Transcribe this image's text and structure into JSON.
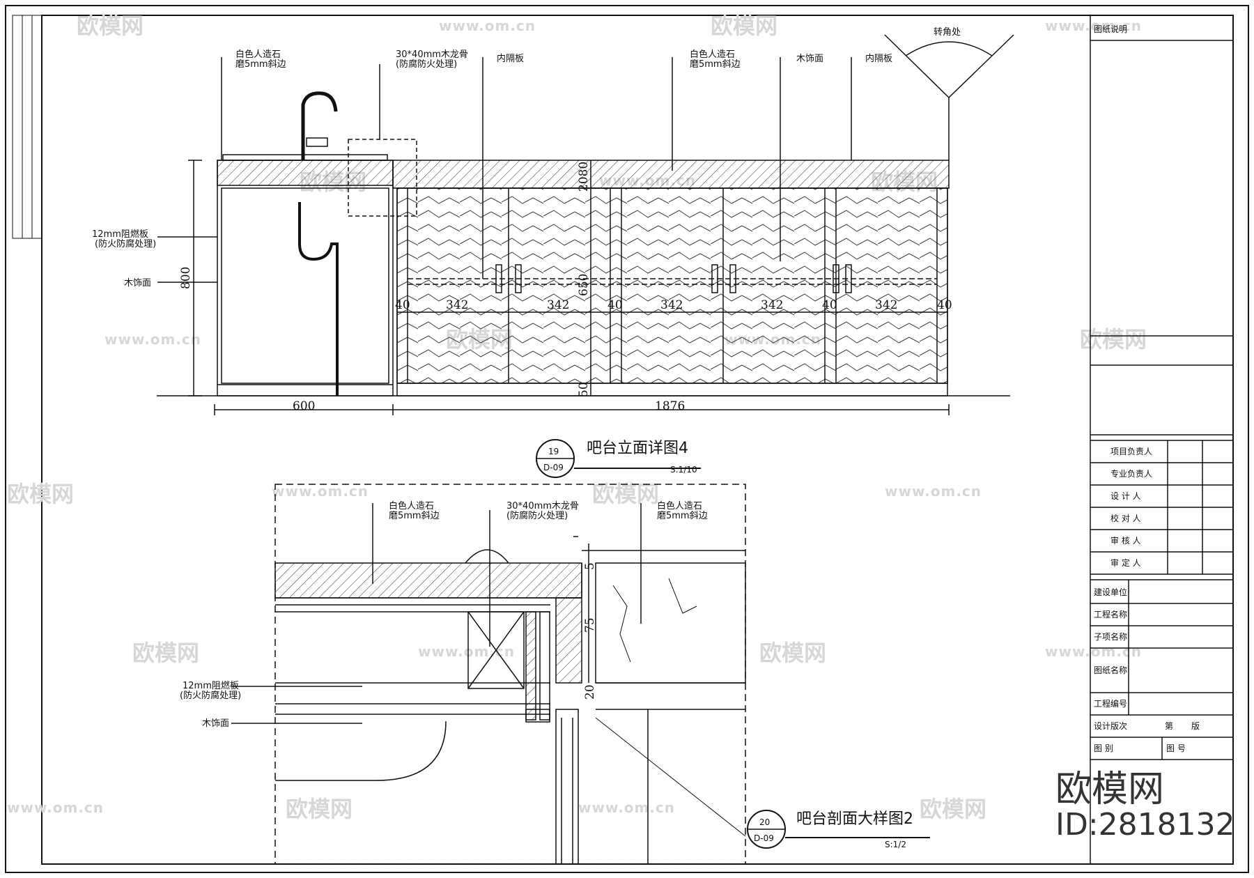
{
  "elevation": {
    "title": "吧台立面详图4",
    "number": "19",
    "sheet": "D-09",
    "scale": "S:1/10",
    "labels": {
      "stone1_a": "白色人造石",
      "stone1_b": "磨5mm斜边",
      "keel_a": "30*40mm木龙骨",
      "keel_b": "(防腐防火处理)",
      "partition1": "内隔板",
      "stone2_a": "白色人造石",
      "stone2_b": "磨5mm斜边",
      "wood_top": "木饰面",
      "partition2": "内隔板",
      "corner": "转角处",
      "board_a": "12mm阻燃板",
      "board_b": "(防火防腐处理)",
      "wood_left": "木饰面"
    },
    "dims": {
      "height": "800",
      "d2080": "2080",
      "d650": "650",
      "d50": "50",
      "w600": "600",
      "w1876": "1876",
      "seg": [
        "40",
        "342",
        "342",
        "40",
        "342",
        "342",
        "40",
        "342",
        "40"
      ]
    }
  },
  "section": {
    "title": "吧台剖面大样图2",
    "number": "20",
    "sheet": "D-09",
    "scale": "S:1/2",
    "labels": {
      "stone1_a": "白色人造石",
      "stone1_b": "磨5mm斜边",
      "keel_a": "30*40mm木龙骨",
      "keel_b": "(防腐防火处理)",
      "stone2_a": "白色人造石",
      "stone2_b": "磨5mm斜边",
      "board_a": "12mm阻燃板",
      "board_b": "(防火防腐处理)",
      "wood": "木饰面"
    },
    "dims": {
      "d5": "5",
      "d75": "75",
      "d20": "20"
    }
  },
  "title_block": {
    "header": "图纸说明",
    "roles": [
      "项目负责人",
      "专业负责人",
      "设 计 人",
      "校 对 人",
      "审 核 人",
      "审 定 人"
    ],
    "info": [
      "建设单位",
      "工程名称",
      "子项名称",
      "图纸名称",
      "工程编号",
      "设计版次"
    ],
    "version_a": "第",
    "version_b": "版",
    "drawing_cat": "图 别",
    "drawing_no": "图 号"
  },
  "watermark": {
    "brand": "欧模网",
    "url": "www.om.cn",
    "id": "ID:2818132"
  },
  "colors": {
    "line": "#111111",
    "watermark": "#d6d6d6"
  }
}
